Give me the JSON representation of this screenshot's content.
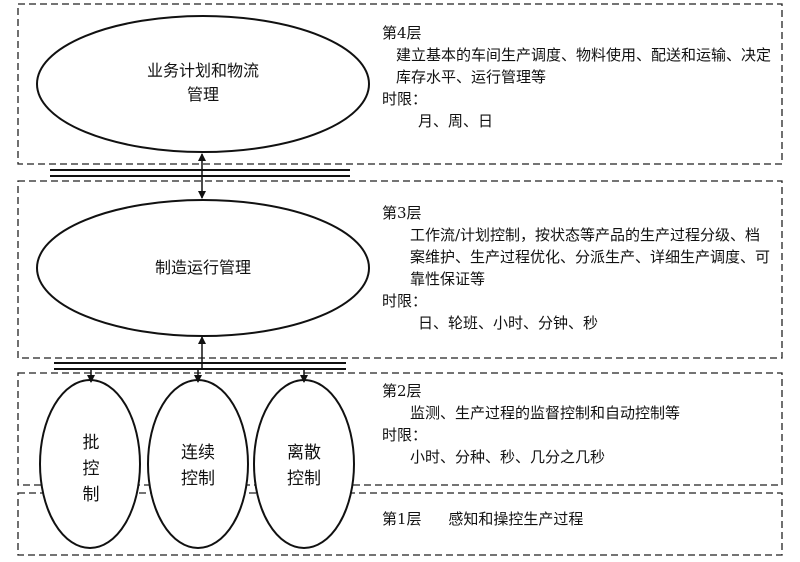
{
  "layer4": {
    "heading": "第4层",
    "description": "建立基本的车间生产调度、物料使用、配送和运输、决定库存水平、运行管理等",
    "time_label": "时限：",
    "time_value": "月、周、日",
    "oval": "业务计划和物流管理"
  },
  "layer3": {
    "heading": "第3层",
    "description": "工作流/计划控制，按状态等产品的生产过程分级、档案维护、生产过程优化、分派生产、详细生产调度、可靠性保证等",
    "time_label": "时限：",
    "time_value": "日、轮班、小时、分钟、秒",
    "oval": "制造运行管理"
  },
  "layer2": {
    "heading": "第2层",
    "description": "监测、生产过程的监督控制和自动控制等",
    "time_label": "时限：",
    "time_value": "小时、分种、秒、几分之几秒",
    "ovals": [
      "批控制",
      "连续控制",
      "离散控制"
    ]
  },
  "layer1": {
    "heading": "第1层",
    "description": "感知和操控生产过程"
  }
}
